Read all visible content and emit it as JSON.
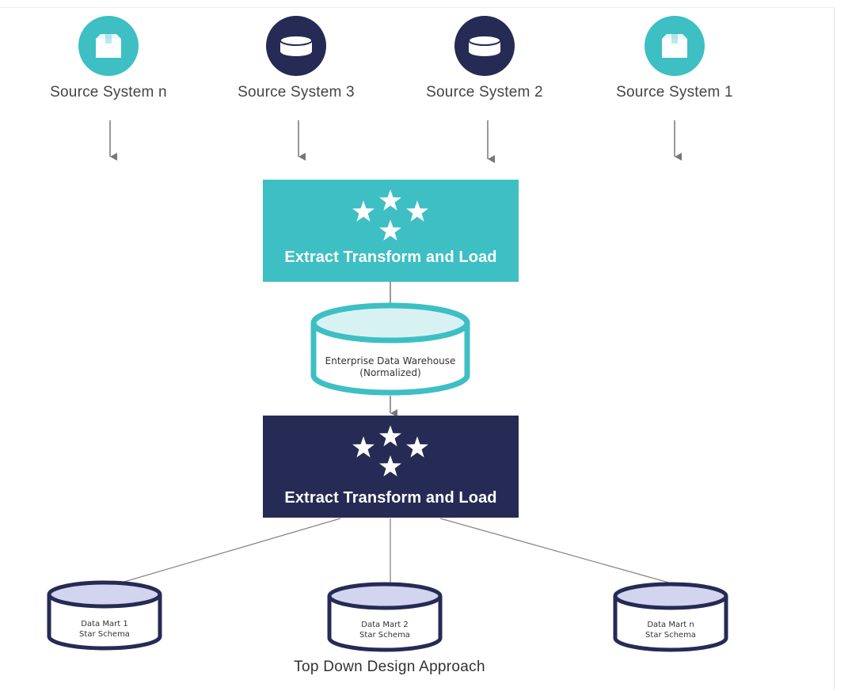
{
  "colors": {
    "teal": "#3dbfc4",
    "navy": "#252b54",
    "light_teal": "#d8f2f4",
    "light_lavender": "#d3d4ef",
    "arrow": "#777777"
  },
  "sources": [
    {
      "label": "Source System n",
      "icon": "box-icon"
    },
    {
      "label": "Source System 3",
      "icon": "database-icon"
    },
    {
      "label": "Source System 2",
      "icon": "database-icon"
    },
    {
      "label": "Source System 1",
      "icon": "box-icon"
    }
  ],
  "etl_top": {
    "label": "Extract Transform and Load",
    "icon": "stars-icon"
  },
  "warehouse": {
    "line1": "Enterprise Data Warehouse",
    "line2": "(Normalized)"
  },
  "etl_bottom": {
    "label": "Extract Transform and Load",
    "icon": "stars-icon"
  },
  "marts": [
    {
      "line1": "Data Mart 1",
      "line2": "Star Schema"
    },
    {
      "line1": "Data Mart 2",
      "line2": "Star Schema"
    },
    {
      "line1": "Data Mart n",
      "line2": "Star Schema"
    }
  ],
  "caption": "Top Down Design Approach"
}
